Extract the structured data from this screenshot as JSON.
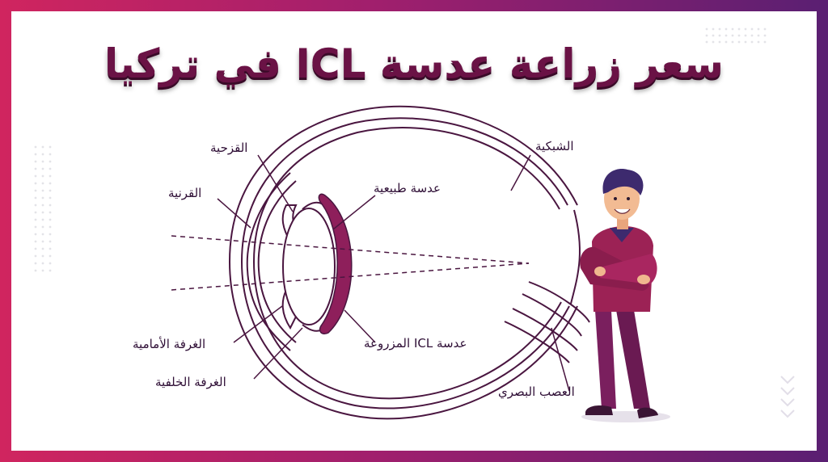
{
  "title": "سعر زراعة عدسة ICL في تركيا",
  "labels": {
    "iris": "القزحية",
    "cornea": "القرنية",
    "natural_lens": "عدسة طبيعية",
    "retina": "الشبكية",
    "anterior_chamber": "الغرفة الأمامية",
    "posterior_chamber": "الغرفة الخلفية",
    "implanted_icl": "عدسة ICL المزروعة",
    "optic_nerve": "العصب البصري"
  },
  "colors": {
    "frame_start": "#d0255f",
    "frame_end": "#5a1f72",
    "title": "#6a1245",
    "line": "#4a1640",
    "lens": "#8e1f5b",
    "shirt": "#9c2255",
    "pants": "#7a1f5e"
  },
  "icons": [
    "person-illustration",
    "eye-diagram",
    "dot-pattern",
    "chevron-pattern"
  ]
}
